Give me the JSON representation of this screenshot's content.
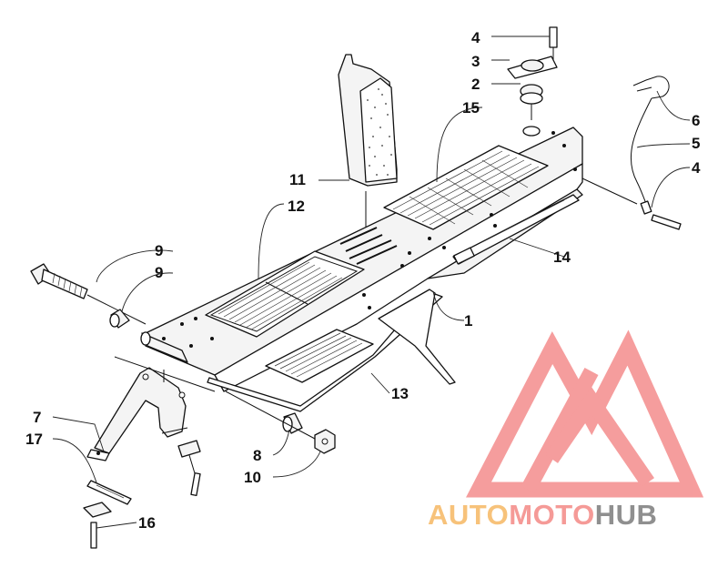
{
  "diagram": {
    "callouts": [
      "1",
      "2",
      "3",
      "4",
      "4",
      "5",
      "6",
      "7",
      "8",
      "9",
      "9",
      "10",
      "11",
      "12",
      "13",
      "14",
      "15",
      "16",
      "17"
    ]
  },
  "watermark": {
    "part1": "AUTO",
    "part2": "MOTO",
    "part3": "HUB",
    "colors": {
      "auto": "#f7c27a",
      "moto": "#f59a97",
      "hub": "#8f8f8f",
      "logo": "#f58c8c"
    }
  }
}
